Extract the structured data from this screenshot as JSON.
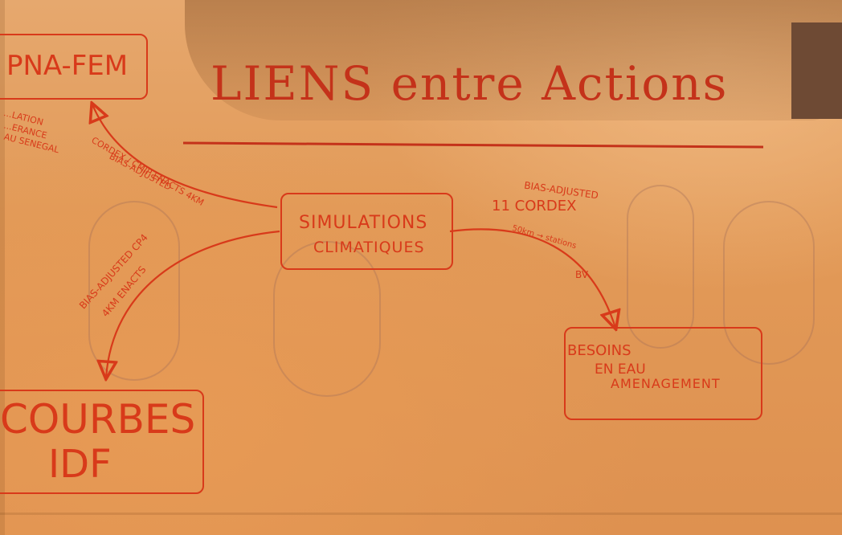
{
  "title": "LIENS entre Actions",
  "nodes": {
    "center": {
      "line1": "SIMULATIONS",
      "line2": "CLIMATIQUES"
    },
    "top_left": {
      "label": "PNA-FEM"
    },
    "bottom_left": {
      "line1": "COURBES",
      "line2": "IDF"
    },
    "right": {
      "line1": "BESOINS",
      "line2": "EN EAU",
      "line3": "AMENAGEMENT"
    }
  },
  "edges": {
    "to_top_left": {
      "line1": "BIAS-ADJUSTED",
      "line2": "CORDEX / CMIP ENACTS 4KM"
    },
    "to_bottom_left": {
      "line1": "BIAS-ADJUSTED CP4",
      "line2": "4KM ENACTS"
    },
    "to_right": {
      "line1": "BIAS-ADJUSTED",
      "line2": "11 CORDEX",
      "line3": "50km → stations",
      "line4": "BV"
    }
  },
  "side_note": {
    "line1": "...LATION",
    "line2": "...ERANCE",
    "line3": "AU SENEGAL"
  },
  "colors": {
    "ink": "#d83a1a",
    "paper": "#e29a58"
  }
}
